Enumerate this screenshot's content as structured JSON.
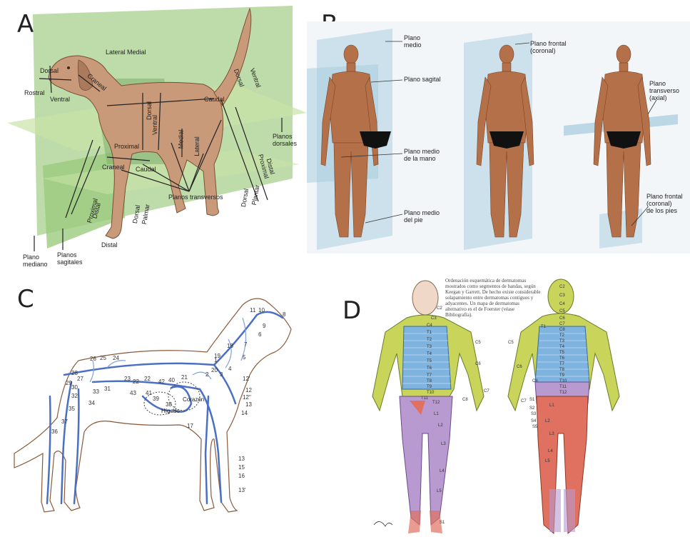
{
  "panels": {
    "a": {
      "letter": "A",
      "labels": {
        "lateral": "Lateral",
        "medial": "Medial",
        "dorsal_head": "Dorsal",
        "rostral": "Rostral",
        "ventral_head": "Ventral",
        "craneal": "Craneal",
        "dorsal_body": "Dorsal",
        "ventral_body": "Ventral",
        "caudal": "Caudal",
        "dorsal_tail": "Dorsal",
        "ventral_tail": "Ventral",
        "medial_mid": "Medial",
        "lateral_mid": "Lateral",
        "proximal": "Proximal",
        "craneal_leg": "Craneal",
        "caudal_leg": "Caudal",
        "proximal_front": "Proximal",
        "distal_front": "Distal",
        "dorsal_paw": "Dorsal",
        "palmar": "Palmar",
        "dorsal_hind": "Dorsal",
        "plantar": "Plantar",
        "proximal_hind": "Proximal",
        "distal_hind": "Distal",
        "distal_bottom": "Distal",
        "planos_transversos": "Planos transversos",
        "planos_dorsales": "Planos\ndorsales",
        "plano_mediano": "Plano\nmediano",
        "planos_sagitales": "Planos\nsagitales"
      }
    },
    "b": {
      "letter": "B",
      "labels": {
        "plano_medio": "Plano\nmedio",
        "plano_sagital": "Plano sagital",
        "plano_medio_mano": "Plano medio\nde la mano",
        "plano_medio_pie": "Plano medio\ndel pie",
        "plano_frontal": "Plano frontal\n(coronal)",
        "plano_transverso": "Plano\ntransverso\n(axial)",
        "plano_frontal_pies": "Plano frontal\n(coronal)\nde los pies"
      }
    },
    "c": {
      "letter": "C",
      "labels": {
        "corazon": "Corazón",
        "higado": "Hígado"
      },
      "numbers": [
        "1",
        "2",
        "3",
        "4",
        "5",
        "6",
        "7",
        "8",
        "9",
        "10",
        "11",
        "12",
        "12'",
        "12''",
        "13",
        "13'",
        "14",
        "15",
        "16",
        "17",
        "18",
        "19",
        "20",
        "21",
        "22",
        "23",
        "24",
        "25",
        "26",
        "27",
        "28",
        "29",
        "30",
        "31",
        "32",
        "33",
        "34",
        "35",
        "36",
        "37",
        "38",
        "39",
        "40",
        "41",
        "42",
        "43"
      ]
    },
    "d": {
      "letter": "D",
      "caption": "Ordenación esquemática de dermatomas mostrados como segmentos de bandas, según Keegan y Garrett. De hecho existe considerable solapamiento entre dermatomas contiguos y adyacentes. Un mapa de dermatomas alternativo es el de Foerster (véase Bibliografía).",
      "front_labels": [
        "C2",
        "C3",
        "C4",
        "T1",
        "T2",
        "T3",
        "T4",
        "T5",
        "T6",
        "T7",
        "T8",
        "T9",
        "T10",
        "T11",
        "T12",
        "L1",
        "L2",
        "L3",
        "L4",
        "L5",
        "S1",
        "C5",
        "C6",
        "C7",
        "C8"
      ],
      "back_labels": [
        "C2",
        "C3",
        "C4",
        "C5",
        "C6",
        "C7",
        "C8",
        "T1",
        "T2",
        "T3",
        "T4",
        "T5",
        "T6",
        "T7",
        "T8",
        "T9",
        "T10",
        "T11",
        "T12",
        "L1",
        "L2",
        "L3",
        "L4",
        "L5",
        "S1",
        "S2",
        "S3",
        "S4",
        "S5"
      ]
    }
  },
  "colors": {
    "plane_green": "#a8d08d",
    "plane_blue": "#bcd9e6",
    "dog_tan": "#c89a7a",
    "vein_blue": "#4a6fc4",
    "outline_brown": "#8a5a3a",
    "dermatome_yellow": "#c8d45a",
    "dermatome_blue": "#7fb4e0",
    "dermatome_purple": "#b89ad0",
    "dermatome_red": "#e07060",
    "skin": "#b47048"
  }
}
